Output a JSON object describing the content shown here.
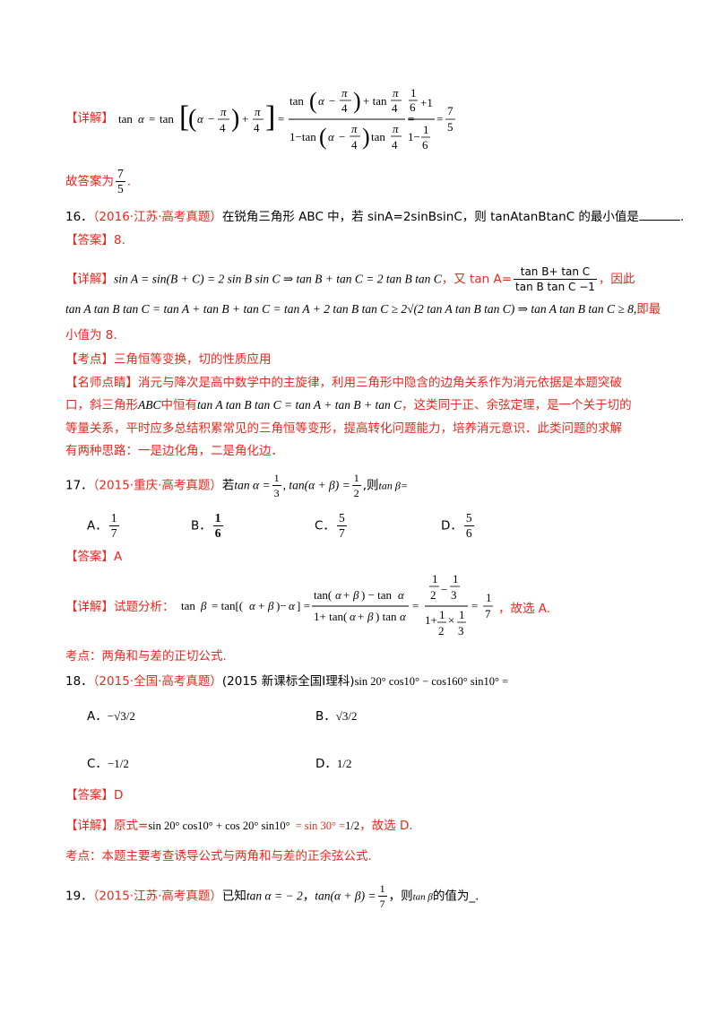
{
  "q15": {
    "detail_label": "【详解】",
    "formula": "tan α = tan[(α − π/4) + π/4] = (tan(α − π/4) + tan π/4) / (1 − tan(α − π/4) tan π/4) = (1/6 + 1)/(1 − 1/6) = 7/5",
    "final_prefix": "故答案为",
    "final_num": "7",
    "final_den": "5",
    "final_suffix": "."
  },
  "q16": {
    "number": "16．",
    "source": "（2016·江苏·高考真题）",
    "stem": "在锐角三角形 ABC 中，若 sinA=2sinBsinC，则 tanAtanBtanC 的最小值是",
    "stem_end": ".",
    "answer_label": "【答案】",
    "answer_value": "8.",
    "detail_label": "【详解】",
    "detail_formula": "sin A = sin(B + C) = 2 sin B sin C ⇒ tan B + tan C = 2 tan B tan C",
    "detail_mid": "，又 tan A=",
    "tanA_num": "tan B+ tan C",
    "tanA_den": "tan B tan C −1",
    "detail_end": "，因此",
    "detail_line2": "tan A tan B tan C = tan A + tan B + tan C = tan A + 2 tan B tan C ≥ 2√(2 tan A tan B tan C) ⇒ tan A tan B tan C ≥ 8,",
    "detail_line2_end": "即最",
    "detail_line3": "小值为 8.",
    "kaodian": "【考点】三角恒等变换，切的性质应用",
    "mingshi_1": "【名师点睛】消元与降次是高中数学中的主旋律，利用三角形中隐含的边角关系作为消元依据是本题突破",
    "mingshi_2a": "口，斜三角形",
    "mingshi_2b": "ABC",
    "mingshi_2c": "中恒有",
    "mingshi_2d": "tan A tan B tan C = tan A + tan B + tan C",
    "mingshi_2e": "，这类同于正、余弦定理，是一个关于切的",
    "mingshi_3": "等量关系，平时应多总结积累常见的三角恒等变形，提高转化问题能力，培养消元意识．此类问题的求解",
    "mingshi_4": "有两种思路：一是边化角，二是角化边．"
  },
  "q17": {
    "number": "17．",
    "source": "（2015·重庆·高考真题）",
    "stem_a": "若",
    "stem_b": "tan α =",
    "stem_c": "1",
    "stem_d": "3",
    "stem_e": ", tan(α + β) =",
    "stem_f": "1",
    "stem_g": "2",
    "stem_h": ",则",
    "stem_i": "tan β=",
    "options": [
      {
        "label": "A．",
        "num": "1",
        "den": "7"
      },
      {
        "label": "B．",
        "num": "1",
        "den": "6"
      },
      {
        "label": "C．",
        "num": "5",
        "den": "7"
      },
      {
        "label": "D．",
        "num": "5",
        "den": "6"
      }
    ],
    "answer_label": "【答案】",
    "answer_value": "A",
    "detail_label": "【详解】试题分析：",
    "detail_formula": "tan β = tan[(α + β) − α] = (tan(α + β) − tan α)/(1 + tan(α + β) tan α) = (1/2 − 1/3)/(1 + 1/2 × 1/3) = 1/7",
    "detail_end": "，故选 A.",
    "kaodian": "考点：两角和与差的正切公式."
  },
  "q18": {
    "number": "18．",
    "source": "（2015·全国·高考真题）",
    "stem": "(2015 新课标全国Ⅰ理科)",
    "stem_formula": "sin 20° cos10° − cos160° sin10° =",
    "options": [
      {
        "label": "A．",
        "value": "−√3/2"
      },
      {
        "label": "B．",
        "value": "√3/2"
      },
      {
        "label": "C．",
        "value": "−1/2"
      },
      {
        "label": "D．",
        "value": "1/2"
      }
    ],
    "answer_label": "【答案】",
    "answer_value": "D",
    "detail_label": "【详解】原式=",
    "detail_formula": "sin 20° cos10° + cos 20° sin10°",
    "detail_eq": "= sin 30° =",
    "detail_half": "1/2",
    "detail_end": "，故选 D.",
    "kaodian": "考点：本题主要考查诱导公式与两角和与差的正余弦公式."
  },
  "q19": {
    "number": "19．",
    "source": "（2015·江苏·高考真题）",
    "stem_a": "已知",
    "stem_b": "tan α = − 2",
    "stem_c": "，",
    "stem_d": "tan(α + β) =",
    "stem_e": "1",
    "stem_f": "7",
    "stem_g": "，则",
    "stem_h": "tan β",
    "stem_i": "的值为_."
  }
}
